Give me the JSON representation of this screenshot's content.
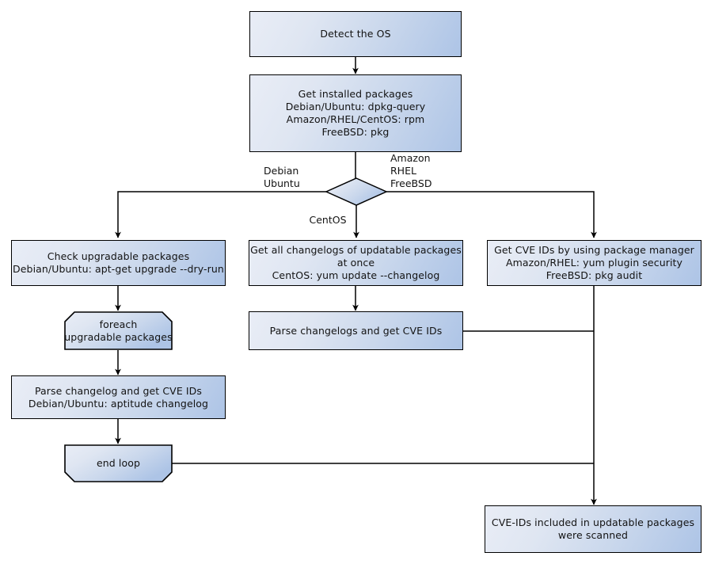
{
  "diagram": {
    "title": "OS package vulnerability scan flow",
    "colors": {
      "fill_light": "#e9edf6",
      "fill_dark": "#adc4e6",
      "stroke": "#000000",
      "text": "#131313",
      "background": "#ffffff"
    },
    "nodes": {
      "detect_os": {
        "label": "Detect the OS"
      },
      "get_installed": {
        "label": "Get installed packages\nDebian/Ubuntu: dpkg-query\nAmazon/RHEL/CentOS: rpm\nFreeBSD: pkg"
      },
      "os_decision": {
        "label": ""
      },
      "check_upgradable": {
        "label": "Check upgradable packages\nDebian/Ubuntu: apt-get upgrade --dry-run"
      },
      "foreach_loop": {
        "label": "foreach\nupgradable  packages"
      },
      "parse_changelog_single": {
        "label": "Parse changelog and get  CVE IDs\nDebian/Ubuntu: aptitude changelog"
      },
      "end_loop": {
        "label": "end loop"
      },
      "get_all_changelogs": {
        "label": "Get all changelogs of updatable packages at once\nCentOS: yum update --changelog"
      },
      "parse_changelogs": {
        "label": "Parse changelogs and get CVE IDs"
      },
      "get_cve_pkgmgr": {
        "label": "Get CVE IDs by using package manager\nAmazon/RHEL: yum plugin security\nFreeBSD: pkg audit"
      },
      "scanned": {
        "label": "CVE-IDs included in updatable packages\nwere scanned"
      }
    },
    "edge_labels": {
      "debian_ubuntu": "Debian\nUbuntu",
      "amazon_rhel_freebsd": "Amazon\nRHEL\nFreeBSD",
      "centos": "CentOS"
    }
  }
}
